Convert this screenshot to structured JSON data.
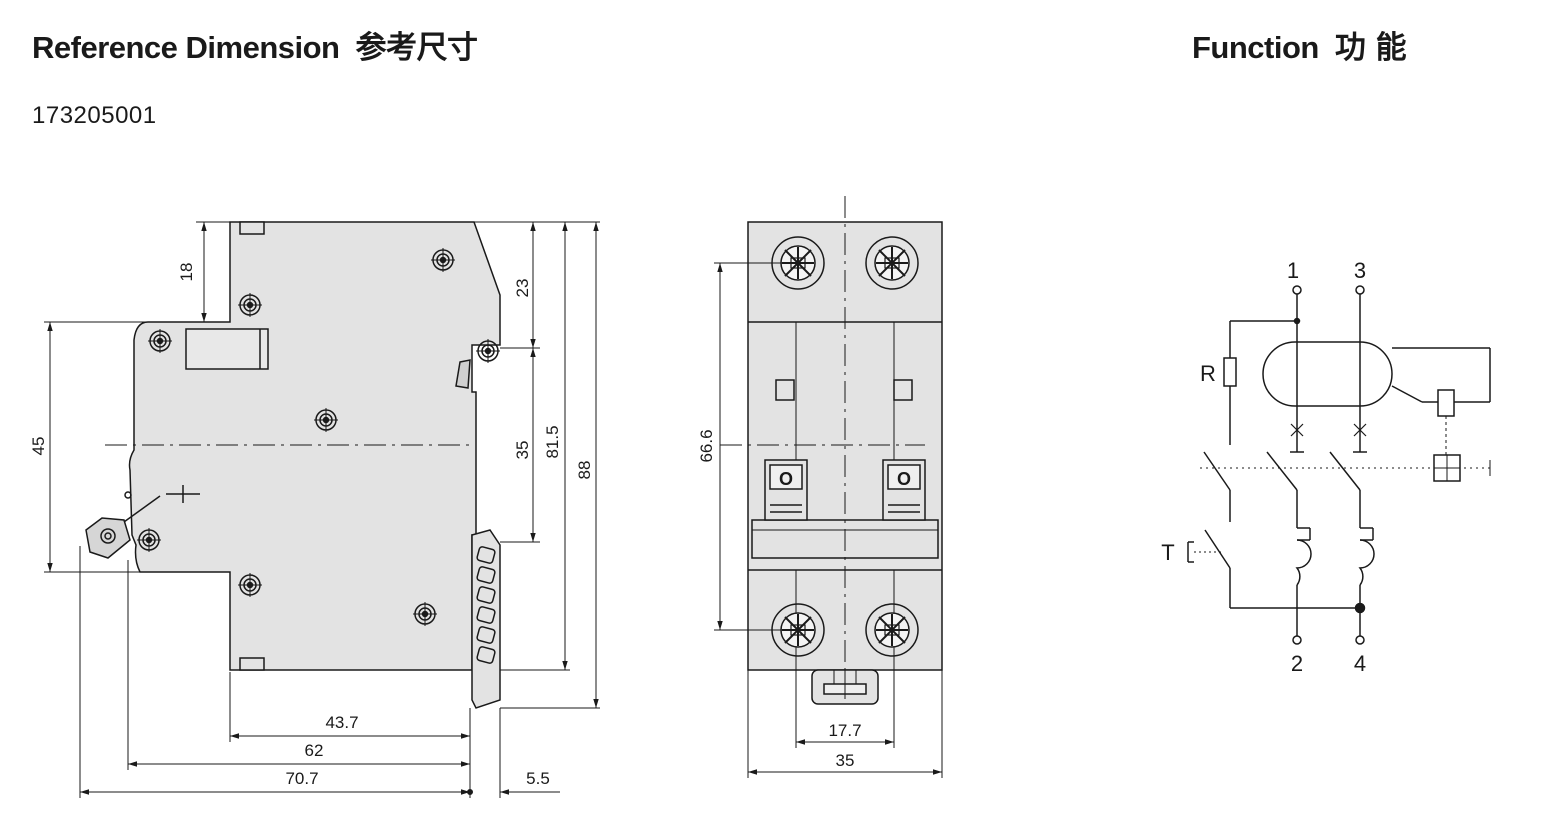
{
  "header": {
    "reference_title": "Reference Dimension",
    "reference_title_cn": "参考尺寸",
    "function_title": "Function",
    "function_title_cn": "功 能",
    "part_number": "173205001"
  },
  "side_view": {
    "dims": {
      "d18": "18",
      "d23": "23",
      "d35": "35",
      "d81_5": "81.5",
      "d88": "88",
      "d45": "45",
      "d43_7": "43.7",
      "d62": "62",
      "d70_7": "70.7",
      "d5_5": "5.5"
    }
  },
  "front_view": {
    "dims": {
      "d66_6": "66.6",
      "d17_7": "17.7",
      "d35": "35"
    },
    "toggle_label": "O"
  },
  "schematic": {
    "terminals": {
      "t1": "1",
      "t3": "3",
      "t2": "2",
      "t4": "4"
    },
    "resistor_label": "R",
    "test_label": "T"
  },
  "colors": {
    "body_fill": "#e3e3e3",
    "line": "#1a1a1a"
  }
}
